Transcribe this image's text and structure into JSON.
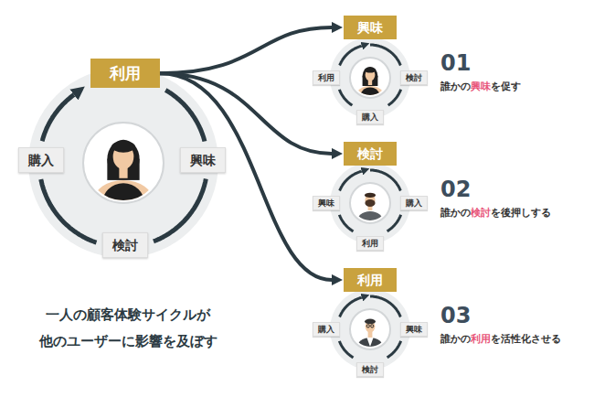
{
  "diagram": {
    "nodes": [
      {
        "text": [
          "利用"
        ]
      },
      {
        "text": [
          "興味"
        ]
      },
      {
        "text": [
          "検討"
        ]
      },
      {
        "text": [
          "購入"
        ]
      },
      {
        "text": [
          "興味"
        ]
      },
      {
        "text": [
          "利用"
        ]
      },
      {
        "text": [
          "検討"
        ]
      },
      {
        "text": [
          "購入"
        ]
      },
      {
        "text": [
          "検討"
        ]
      },
      {
        "text": [
          "興味"
        ]
      },
      {
        "text": [
          "購入"
        ]
      },
      {
        "text": [
          "利用"
        ]
      },
      {
        "text": [
          "利用"
        ]
      },
      {
        "text": [
          "購入"
        ]
      },
      {
        "text": [
          "興味"
        ]
      },
      {
        "text": [
          "検討"
        ]
      }
    ],
    "edges": [
      {
        "from": 0,
        "to": 4,
        "arrow": "to"
      },
      {
        "from": 0,
        "to": 8,
        "arrow": "to"
      },
      {
        "from": 0,
        "to": 12,
        "arrow": "to"
      },
      {
        "from": 0,
        "to": 1,
        "arrow": "none"
      },
      {
        "from": 1,
        "to": 2,
        "arrow": "none"
      },
      {
        "from": 2,
        "to": 3,
        "arrow": "none"
      },
      {
        "from": 3,
        "to": 0,
        "arrow": "to"
      },
      {
        "from": 4,
        "to": 6,
        "arrow": "none"
      },
      {
        "from": 6,
        "to": 7,
        "arrow": "none"
      },
      {
        "from": 7,
        "to": 5,
        "arrow": "none"
      },
      {
        "from": 5,
        "to": 4,
        "arrow": "to"
      },
      {
        "from": 8,
        "to": 10,
        "arrow": "none"
      },
      {
        "from": 10,
        "to": 11,
        "arrow": "none"
      },
      {
        "from": 11,
        "to": 9,
        "arrow": "none"
      },
      {
        "from": 9,
        "to": 8,
        "arrow": "to"
      },
      {
        "from": 12,
        "to": 14,
        "arrow": "none"
      },
      {
        "from": 14,
        "to": 15,
        "arrow": "none"
      },
      {
        "from": 15,
        "to": 13,
        "arrow": "none"
      },
      {
        "from": 13,
        "to": 12,
        "arrow": "to"
      }
    ],
    "labels": [
      "01",
      "誰かの",
      "興味",
      "を促す",
      "02",
      "誰かの",
      "検討",
      "を後押しする",
      "03",
      "誰かの",
      "利用",
      "を活性化させる",
      "一人の顧客体験サイクルが 他のユーザーに影響を及ぼす"
    ]
  }
}
